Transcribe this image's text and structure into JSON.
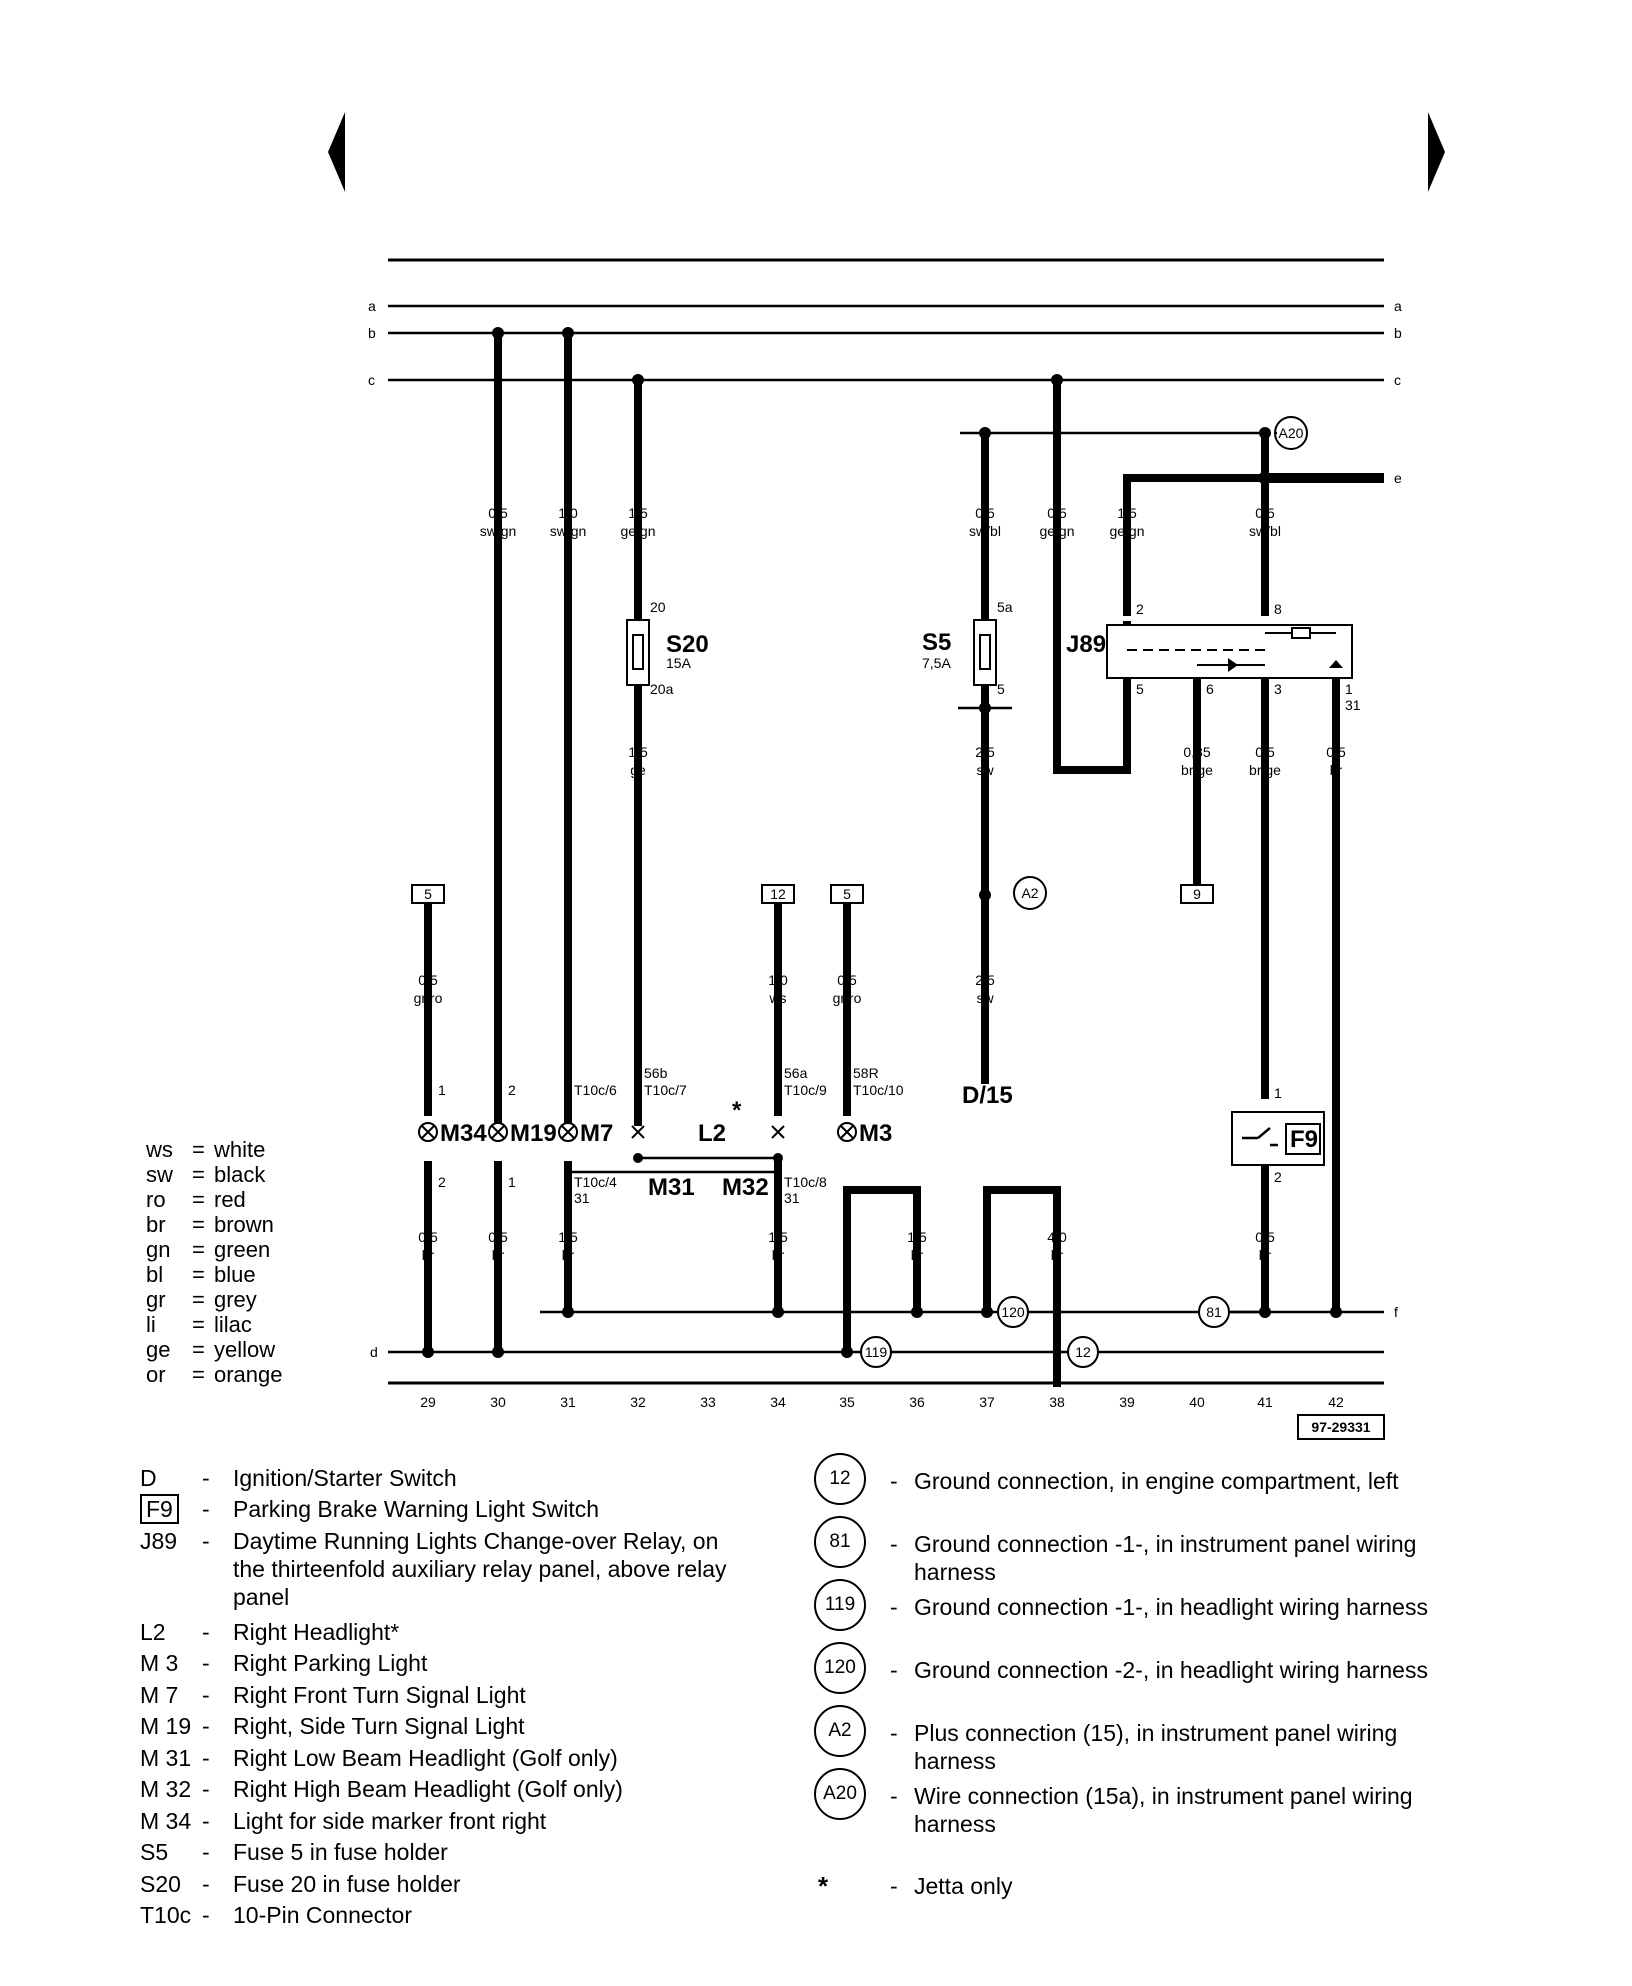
{
  "nav": {
    "prev_icon": "triangle-left-icon",
    "next_icon": "triangle-right-icon"
  },
  "buses": {
    "a": "a",
    "b": "b",
    "c": "c",
    "d": "d",
    "e": "e",
    "f": "f"
  },
  "columns": [
    "29",
    "30",
    "31",
    "32",
    "33",
    "34",
    "35",
    "36",
    "37",
    "38",
    "39",
    "40",
    "41",
    "42"
  ],
  "figure_id": "97-29331",
  "wires": [
    {
      "id": "w30",
      "size": "0,5",
      "color": "sw/gn"
    },
    {
      "id": "w31",
      "size": "1,0",
      "color": "sw/gn"
    },
    {
      "id": "w32",
      "size": "1,5",
      "color": "ge/gn"
    },
    {
      "id": "w37",
      "size": "0,5",
      "color": "sw/bl"
    },
    {
      "id": "w38",
      "size": "0,5",
      "color": "ge/gn"
    },
    {
      "id": "w39",
      "size": "1,5",
      "color": "ge/gn"
    },
    {
      "id": "w41",
      "size": "0,5",
      "color": "sw/bl"
    },
    {
      "id": "w32b",
      "size": "1,5",
      "color": "ge"
    },
    {
      "id": "w37b",
      "size": "2,5",
      "color": "sw"
    },
    {
      "id": "w40",
      "size": "0,35",
      "color": "br/ge"
    },
    {
      "id": "w41b",
      "size": "0,5",
      "color": "br/ge"
    },
    {
      "id": "w42",
      "size": "0,5",
      "color": "br"
    },
    {
      "id": "w29a",
      "size": "0,5",
      "color": "gr/ro"
    },
    {
      "id": "w34a",
      "size": "1,0",
      "color": "ws"
    },
    {
      "id": "w35a",
      "size": "0,5",
      "color": "gr/ro"
    },
    {
      "id": "w37c",
      "size": "2,5",
      "color": "sw"
    },
    {
      "id": "w29b",
      "size": "0,5",
      "color": "br"
    },
    {
      "id": "w30b",
      "size": "0,5",
      "color": "br"
    },
    {
      "id": "w31b",
      "size": "1,5",
      "color": "br"
    },
    {
      "id": "w34b",
      "size": "1,5",
      "color": "br"
    },
    {
      "id": "w36b",
      "size": "1,5",
      "color": "br"
    },
    {
      "id": "w38b",
      "size": "4,0",
      "color": "br"
    },
    {
      "id": "w41c",
      "size": "0,5",
      "color": "br"
    }
  ],
  "pins": {
    "s20_top": "20",
    "s20_bot": "20a",
    "s5_top": "5a",
    "s5_bot": "5",
    "j89_2": "2",
    "j89_8": "8",
    "j89_5": "5",
    "j89_6": "6",
    "j89_3": "3",
    "j89_1": "1",
    "j89_31": "31",
    "m34_1": "1",
    "m34_2": "2",
    "m19_1": "2",
    "m19_2": "1",
    "t31_top": "T10c/6",
    "t31_bot": "T10c/4",
    "t31_31": "31",
    "t32_a": "56b",
    "t32_b": "T10c/7",
    "t34_a": "56a",
    "t34_b": "T10c/9",
    "t34_bot": "T10c/8",
    "t34_31": "31",
    "t35_a": "58R",
    "t35_b": "T10c/10",
    "f9_1": "1",
    "f9_2": "2"
  },
  "components": {
    "s20": "S20",
    "s20_rating": "15A",
    "s5": "S5",
    "s5_rating": "7,5A",
    "j89": "J89",
    "m34": "M34",
    "m19": "M19",
    "m7": "M7",
    "m3": "M3",
    "l2": "L2",
    "l2_star": "*",
    "m31": "M31",
    "m32": "M32",
    "d15": "D/15",
    "f9": "F9"
  },
  "refs": {
    "r29": "5",
    "r34": "12",
    "r35": "5",
    "r40": "9"
  },
  "grounds": {
    "g119": "119",
    "g120": "120",
    "g12": "12",
    "g81": "81",
    "a2": "A2",
    "a20": "A20"
  },
  "color_legend": [
    {
      "code": "ws",
      "name": "white"
    },
    {
      "code": "sw",
      "name": "black"
    },
    {
      "code": "ro",
      "name": "red"
    },
    {
      "code": "br",
      "name": "brown"
    },
    {
      "code": "gn",
      "name": "green"
    },
    {
      "code": "bl",
      "name": "blue"
    },
    {
      "code": "gr",
      "name": "grey"
    },
    {
      "code": "li",
      "name": "lilac"
    },
    {
      "code": "ge",
      "name": "yellow"
    },
    {
      "code": "or",
      "name": "orange"
    }
  ],
  "legend": [
    {
      "key": "D",
      "text": "Ignition/Starter Switch"
    },
    {
      "key": "F9",
      "text": "Parking Brake Warning Light Switch"
    },
    {
      "key": "J89",
      "text": "Daytime Running Lights Change-over Relay, on the thirteenfold auxiliary relay panel, above relay panel"
    },
    {
      "key": "L2",
      "text": "Right Headlight*"
    },
    {
      "key": "M 3",
      "text": "Right Parking Light"
    },
    {
      "key": "M 7",
      "text": "Right Front Turn Signal Light"
    },
    {
      "key": "M 19",
      "text": "Right, Side Turn Signal Light"
    },
    {
      "key": "M 31",
      "text": "Right Low Beam Headlight (Golf only)"
    },
    {
      "key": "M 32",
      "text": "Right High Beam Headlight (Golf only)"
    },
    {
      "key": "M 34",
      "text": "Light for side marker front right"
    },
    {
      "key": "S5",
      "text": "Fuse 5 in fuse holder"
    },
    {
      "key": "S20",
      "text": "Fuse 20 in fuse holder"
    },
    {
      "key": "T10c",
      "text": "10-Pin Connector"
    }
  ],
  "legend2": [
    {
      "key": "12",
      "text": "Ground connection, in engine compartment, left"
    },
    {
      "key": "81",
      "text": "Ground connection -1-, in instrument panel wiring harness"
    },
    {
      "key": "119",
      "text": "Ground connection -1-, in headlight wiring harness"
    },
    {
      "key": "120",
      "text": "Ground connection -2-, in headlight wiring harness"
    },
    {
      "key": "A2",
      "text": "Plus connection (15), in instrument panel wiring harness"
    },
    {
      "key": "A20",
      "text": "Wire connection (15a), in instrument panel wiring harness"
    },
    {
      "key": "*",
      "text": "Jetta only"
    }
  ],
  "dash": "-"
}
